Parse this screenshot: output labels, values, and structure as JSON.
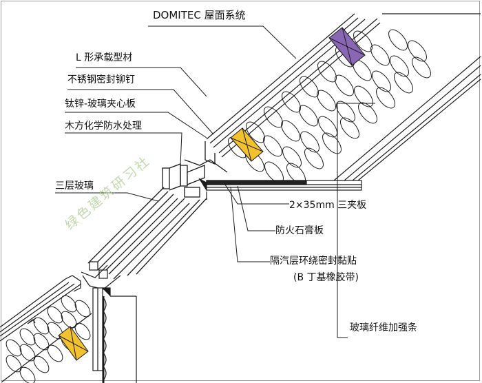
{
  "title": "DOMITEC 屋面系统",
  "labels": {
    "l_profile": "L 形承载型材",
    "rivet": "不锈钢密封铆钉",
    "sandwich": "钛锌-玻璃夹心板",
    "wood": "木方化学防水处理",
    "glass": "三层玻璃",
    "board": "2×35mm 三夹板",
    "gypsum": "防火石膏板",
    "vapor": "隔汽层环绕密封黏贴",
    "butyl": "(B 丁基橡胶带)",
    "fiber": "玻璃纤维加强条"
  },
  "watermark": "绿色建筑研习社",
  "colors": {
    "line": "#1a1a1a",
    "wood_yellow": "#f2c12e",
    "purple": "#8a67b4",
    "watermark": "#b8d3a0"
  }
}
